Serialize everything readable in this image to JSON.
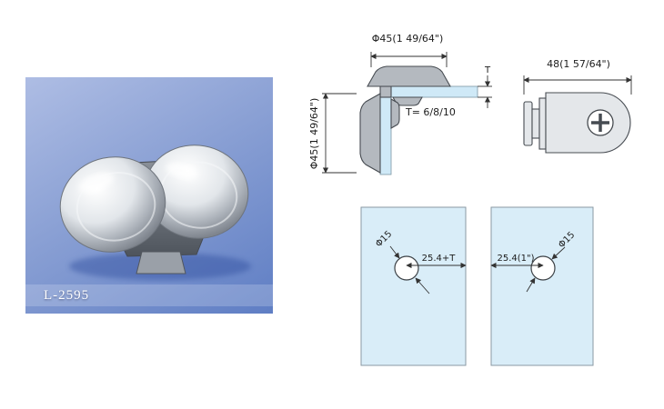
{
  "product": {
    "label": "L-2595"
  },
  "corner_drawing": {
    "dim_top": "Φ45(1 49/64\")",
    "dim_left": "Φ45(1 49/64\")",
    "thickness": "T= 6/8/10",
    "dim_t": "T"
  },
  "side_drawing": {
    "dim_width": "48(1 57/64\")"
  },
  "glass_left": {
    "dim_offset": "25.4+T",
    "dim_hole": "Φ15"
  },
  "glass_right": {
    "dim_offset": "25.4(1\")",
    "dim_hole": "Φ15"
  },
  "colors": {
    "photo_bg_top": "#aebde4",
    "photo_bg_bottom": "#5f7ec4",
    "glass": "#d9edf8",
    "metal": "#b4b9bf"
  }
}
